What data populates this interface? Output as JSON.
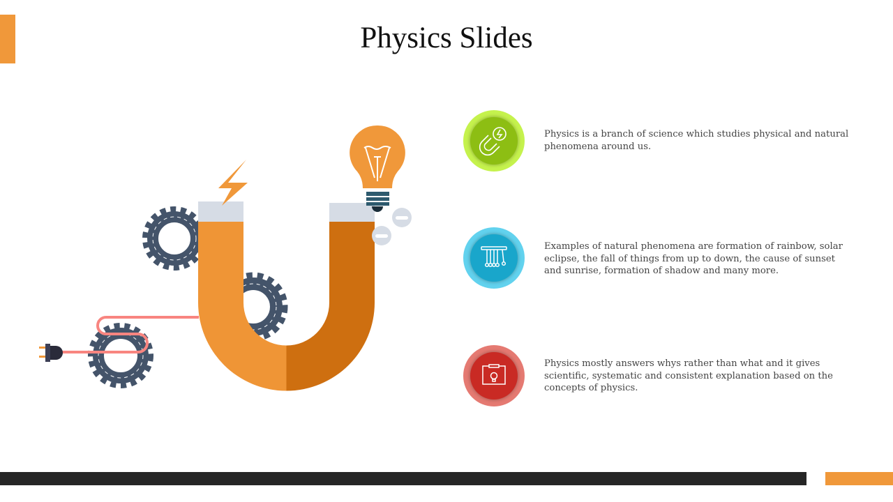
{
  "title": "Physics Slides",
  "items": [
    {
      "icon": "magnet-icon",
      "text": "Physics is a branch of science which studies physical and natural phenomena around us.",
      "outer_color": "#C5F24D",
      "inner_color": "#8DBE13"
    },
    {
      "icon": "newtons-cradle-icon",
      "text": "Examples of natural phenomena are formation of rainbow, solar eclipse, the fall of things from up to down, the cause of sunset and sunrise, formation of shadow and many more.",
      "outer_color": "#62D2EE",
      "inner_color": "#19A6CB"
    },
    {
      "icon": "circuit-bulb-icon",
      "text": "Physics mostly answers whys rather than what and it gives scientific, systematic and consistent explanation based on the concepts of physics.",
      "outer_color": "#E57A72",
      "inner_color": "#C92A24"
    }
  ],
  "colors": {
    "accent": "#F0983A",
    "dark": "#262626",
    "gear": "#44546A",
    "magnet_light": "#EF9536",
    "magnet_dark": "#CE6F10",
    "cap": "#D6DCE5",
    "cord": "#F88580"
  }
}
